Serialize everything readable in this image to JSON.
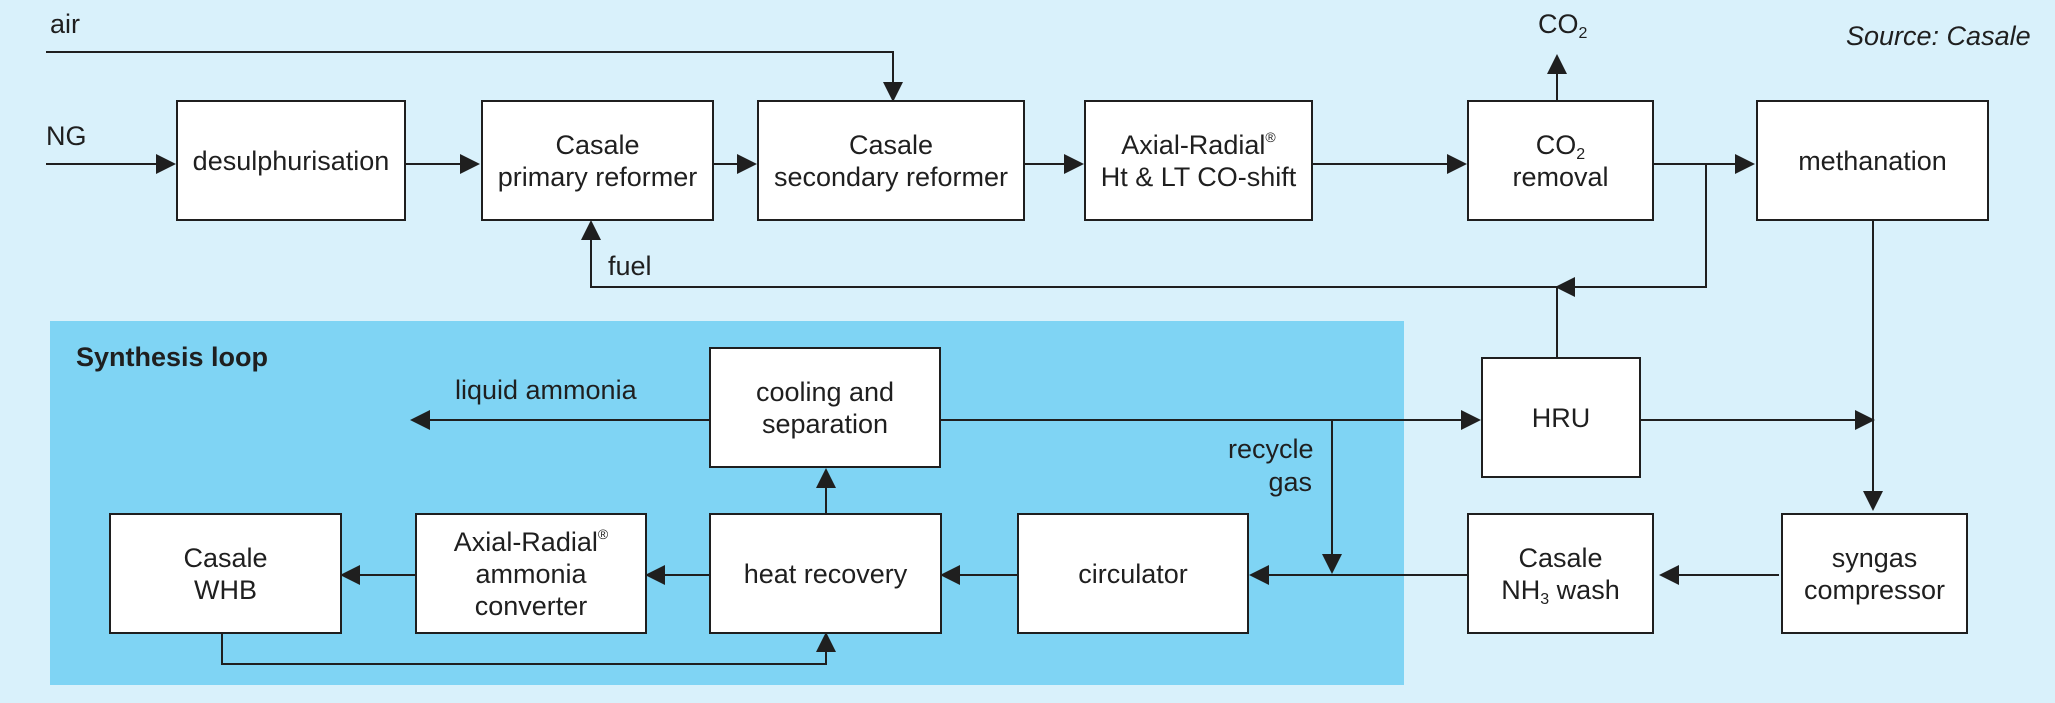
{
  "source": "Source: Casale",
  "inputs": {
    "air": "air",
    "ng": "NG"
  },
  "outputs": {
    "co2_main": "CO",
    "co2_sub": "2"
  },
  "labels": {
    "fuel": "fuel",
    "liquid_ammonia": "liquid ammonia",
    "recycle_gas_1": "recycle",
    "recycle_gas_2": "gas",
    "synthesis_loop": "Synthesis loop"
  },
  "boxes": {
    "desulphurisation": {
      "line1": "desulphurisation"
    },
    "primary_reformer": {
      "line1": "Casale",
      "line2": "primary reformer"
    },
    "secondary_reformer": {
      "line1": "Casale",
      "line2": "secondary reformer"
    },
    "co_shift": {
      "line1_main": "Axial-Radial",
      "line1_sup": "®",
      "line2": "Ht & LT CO-shift"
    },
    "co2_removal": {
      "line1_main": "CO",
      "line1_sub": "2",
      "line2": "removal"
    },
    "methanation": {
      "line1": "methanation"
    },
    "hru": {
      "line1": "HRU"
    },
    "cooling_separation": {
      "line1": "cooling and",
      "line2": "separation"
    },
    "casale_whb": {
      "line1": "Casale",
      "line2": "WHB"
    },
    "ammonia_converter": {
      "line1_main": "Axial-Radial",
      "line1_sup": "®",
      "line2": "ammonia",
      "line3": "converter"
    },
    "heat_recovery": {
      "line1": "heat recovery"
    },
    "circulator": {
      "line1": "circulator"
    },
    "nh3_wash": {
      "line1": "Casale",
      "line2_pre": "NH",
      "line2_sub": "3",
      "line2_post": " wash"
    },
    "syngas_compressor": {
      "line1": "syngas",
      "line2": "compressor"
    }
  }
}
